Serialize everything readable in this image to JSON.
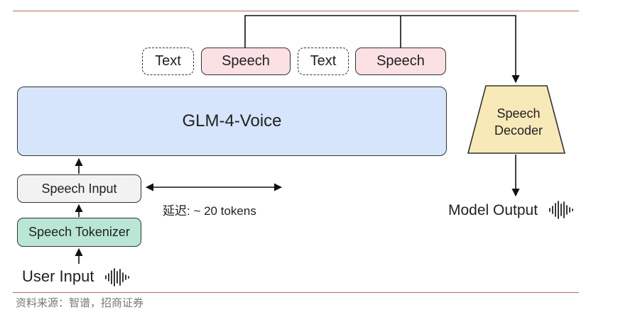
{
  "diagram": {
    "output_tokens": [
      {
        "label": "Text",
        "kind": "text"
      },
      {
        "label": "Speech",
        "kind": "speech"
      },
      {
        "label": "Text",
        "kind": "text"
      },
      {
        "label": "Speech",
        "kind": "speech"
      }
    ],
    "main_model": "GLM-4-Voice",
    "speech_decoder": [
      "Speech",
      "Decoder"
    ],
    "speech_input": "Speech Input",
    "speech_tokenizer": "Speech Tokenizer",
    "user_input": "User Input",
    "model_output": "Model Output",
    "latency_label": "延迟: ~ 20 tokens"
  },
  "source": "资料来源：智谱，招商证券",
  "colors": {
    "main_model": "#d6e5fb",
    "speech_token": "#fbe0e4",
    "speech_decoder": "#f8e9b8",
    "speech_tokenizer": "#b9e6d5",
    "speech_input": "#f2f2f2",
    "rule": "#b5685a"
  },
  "icons": [
    "audio-waveform-icon"
  ]
}
